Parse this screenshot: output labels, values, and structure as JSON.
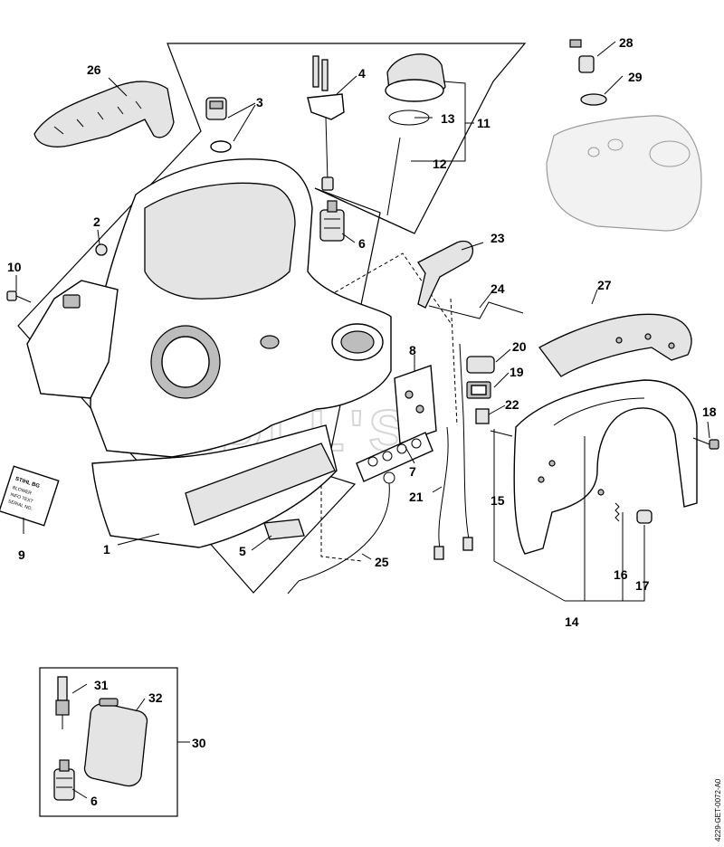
{
  "callouts": {
    "c1": "1",
    "c2": "2",
    "c3": "3",
    "c4": "4",
    "c5": "5",
    "c6": "6",
    "c6b": "6",
    "c7": "7",
    "c8": "8",
    "c9": "9",
    "c10": "10",
    "c11": "11",
    "c12": "12",
    "c13": "13",
    "c14": "14",
    "c15": "15",
    "c16": "16",
    "c17": "17",
    "c18": "18",
    "c19": "19",
    "c20": "20",
    "c21": "21",
    "c22": "22",
    "c23": "23",
    "c24": "24",
    "c25": "25",
    "c26": "26",
    "c27": "27",
    "c28": "28",
    "c29": "29",
    "c30": "30",
    "c31": "31",
    "c32": "32"
  },
  "watermark": "LIDLL'S",
  "reference_code": "4229-GET-0072-A0",
  "plate_label": {
    "brand": "STIHL BG",
    "lines": [
      "BLOWER",
      "INFO TEXT",
      "SERIAL NO."
    ]
  }
}
